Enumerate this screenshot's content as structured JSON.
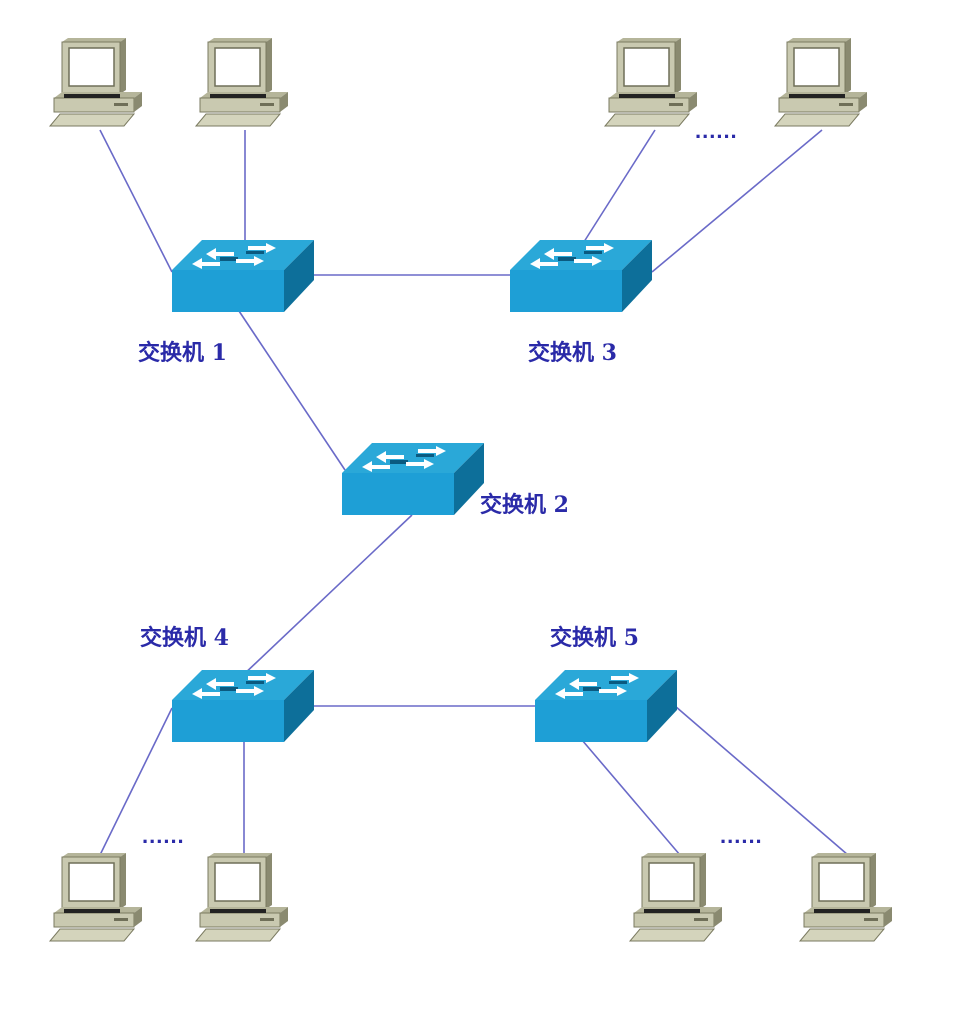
{
  "title": "Switch network topology",
  "colors": {
    "link": "#6a6ac8",
    "label": "#2a2aa8",
    "switch_top": "#2aa8d8",
    "switch_front": "#1e9fd6",
    "switch_side": "#0d6f9a",
    "pc_body": "#c9c9b0",
    "pc_dark": "#8a8a70"
  },
  "switches": [
    {
      "id": "sw1",
      "label": "交换机 1"
    },
    {
      "id": "sw2",
      "label": "交换机 2"
    },
    {
      "id": "sw3",
      "label": "交换机 3"
    },
    {
      "id": "sw4",
      "label": "交换机 4"
    },
    {
      "id": "sw5",
      "label": "交换机 5"
    }
  ],
  "computers": [
    {
      "id": "pc1",
      "switch": "sw1"
    },
    {
      "id": "pc2",
      "switch": "sw1"
    },
    {
      "id": "pc3",
      "switch": "sw3"
    },
    {
      "id": "pc4",
      "switch": "sw3"
    },
    {
      "id": "pc5",
      "switch": "sw4"
    },
    {
      "id": "pc6",
      "switch": "sw4"
    },
    {
      "id": "pc7",
      "switch": "sw5"
    },
    {
      "id": "pc8",
      "switch": "sw5"
    }
  ],
  "links": [
    [
      "sw1",
      "sw3"
    ],
    [
      "sw1",
      "sw2"
    ],
    [
      "sw2",
      "sw4"
    ],
    [
      "sw4",
      "sw5"
    ],
    [
      "pc1",
      "sw1"
    ],
    [
      "pc2",
      "sw1"
    ],
    [
      "pc3",
      "sw3"
    ],
    [
      "pc4",
      "sw3"
    ],
    [
      "pc5",
      "sw4"
    ],
    [
      "pc6",
      "sw4"
    ],
    [
      "pc7",
      "sw5"
    ],
    [
      "pc8",
      "sw5"
    ]
  ],
  "ellipses": [
    {
      "id": "dots-sw3",
      "text": "......"
    },
    {
      "id": "dots-sw4",
      "text": "......"
    },
    {
      "id": "dots-sw5",
      "text": "......"
    }
  ]
}
